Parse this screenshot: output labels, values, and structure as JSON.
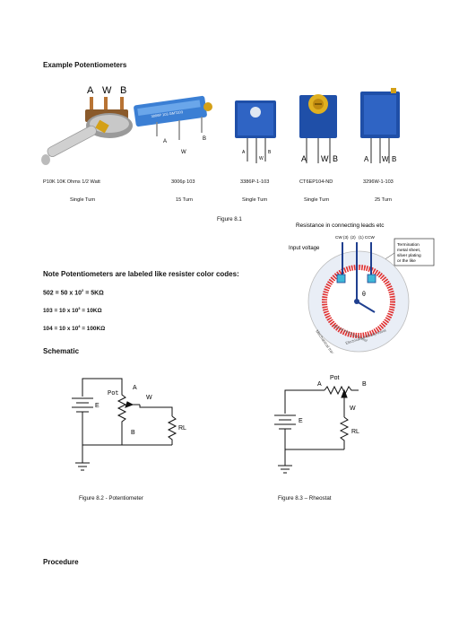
{
  "title": "Example Potentiometers",
  "pots": [
    {
      "part": "P10K 10K Ohms 1/2 Watt",
      "turns": "Single Turn"
    },
    {
      "part": "3006p 103",
      "turns": "15 Turn"
    },
    {
      "part": "3386P-1-103",
      "turns": "Single Turn"
    },
    {
      "part": "CT6EP104-ND",
      "turns": "Single Turn"
    },
    {
      "part": "3296W-1-103",
      "turns": "25 Turn"
    }
  ],
  "pin_labels": {
    "a": "A",
    "w": "W",
    "b": "B"
  },
  "fig81": "Figure 8.1",
  "note": "Note Potentiometers are labeled like resister color codes:",
  "codes": [
    {
      "expr": "502 = 50 x 10",
      "exp": "2",
      "res": " = 5KΩ"
    },
    {
      "expr": "103 = 10 x 10",
      "exp": "3",
      "res": " = 10KΩ"
    },
    {
      "expr": "104 = 10 x 10",
      "exp": "4",
      "res": " = 100KΩ"
    }
  ],
  "diagram": {
    "resistance_note": "Resistance in connecting leads etc",
    "input_voltage": "Input voltage",
    "pins": [
      "CW (3)",
      "(2)",
      "(1) CCW"
    ],
    "termination": [
      "Termination",
      "metal sheet,",
      "silver plating",
      "or the like"
    ],
    "theta": "θ",
    "mechanical": "Mechanical travel",
    "electrical": "Actual electrical travel",
    "continuity": "Electrical continuity travel"
  },
  "schematic_heading": "Schematic",
  "schematic1": {
    "pot": "Pot",
    "a": "A",
    "w": "W",
    "b": "B",
    "e": "E",
    "rl": "RL"
  },
  "schematic2": {
    "pot": "Pot",
    "a": "A",
    "w": "W",
    "b": "B",
    "e": "E",
    "rl": "RL"
  },
  "fig82": "Figure 8.2 - Potentiometer",
  "fig83": "Figure 8.3 – Rheostat",
  "procedure": "Procedure"
}
